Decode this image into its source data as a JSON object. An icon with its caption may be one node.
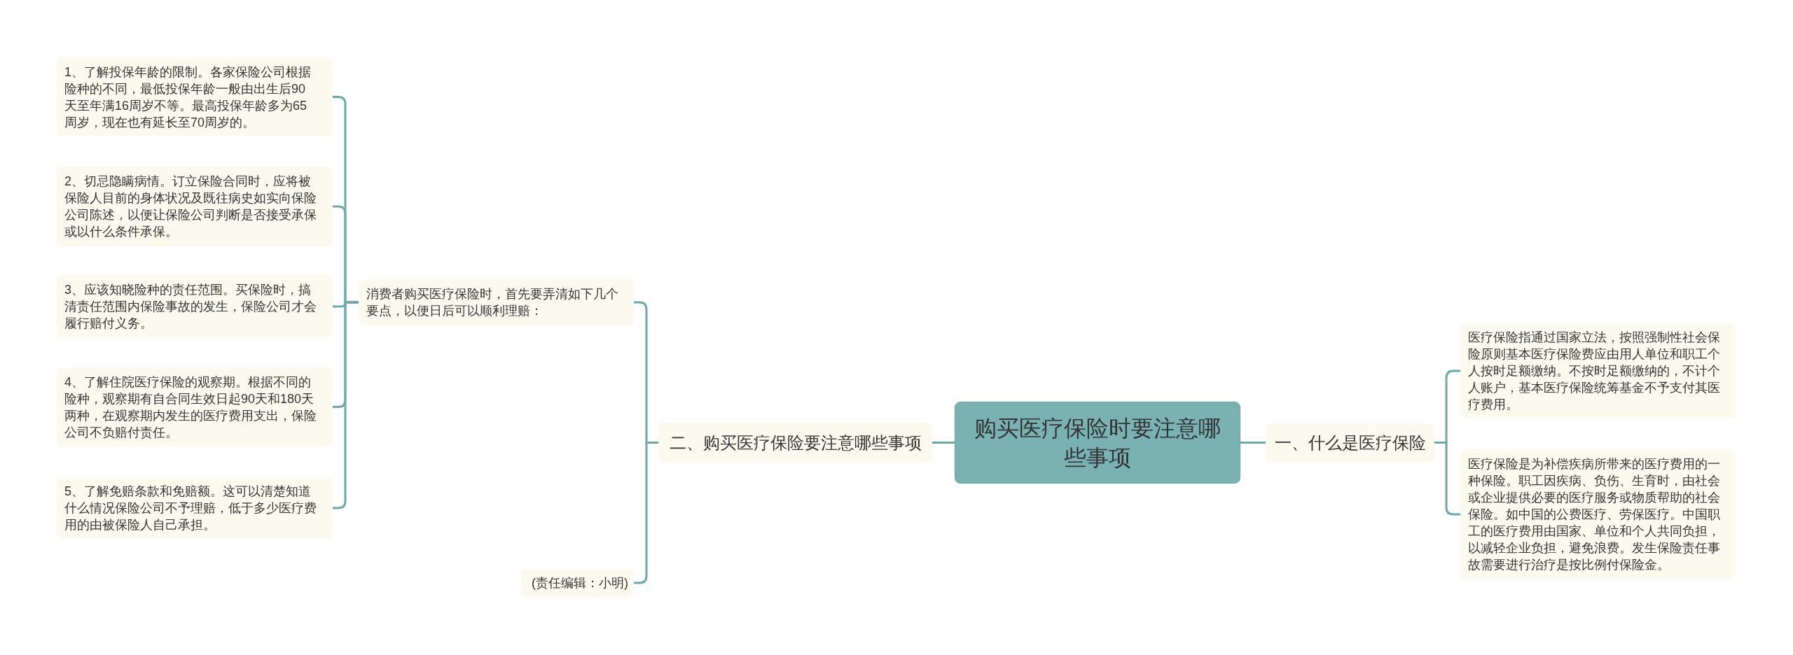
{
  "diagram": {
    "nodes": [
      {
        "text": [
          "购买医疗保险时要注意哪些事项"
        ]
      },
      {
        "text": [
          "二、购买医疗保险要注意哪些事项"
        ]
      },
      {
        "text": [
          "消费者购买医疗保险时，首先要弄清如下几个要点，以便日后可以顺利理赔："
        ]
      },
      {
        "text": [
          "1、了解投保年龄的限制。各家保险公司根据险种的不同，最低投保年龄一般由出生后90天至年满16周岁不等。最高投保年龄多为65周岁，现在也有延长至70周岁的。"
        ]
      },
      {
        "text": [
          "2、切忌隐瞒病情。订立保险合同时，应将被保险人目前的身体状况及既往病史如实向保险公司陈述，以便让保险公司判断是否接受承保或以什么条件承保。"
        ]
      },
      {
        "text": [
          "3、应该知晓险种的责任范围。买保险时，搞清责任范围内保险事故的发生，保险公司才会履行赔付义务。"
        ]
      },
      {
        "text": [
          "4、了解住院医疗保险的观察期。根据不同的险种，观察期有自合同生效日起90天和180天两种，在观察期内发生的医疗费用支出，保险公司不负赔付责任。"
        ]
      },
      {
        "text": [
          "5、了解免赔条款和免赔额。这可以清楚知道什么情况保险公司不予理赔，低于多少医疗费用的由被保险人自己承担。"
        ]
      },
      {
        "text": [
          "(责任编辑：小明)"
        ]
      },
      {
        "text": [
          "一、什么是医疗保险"
        ]
      },
      {
        "text": [
          "医疗保险指通过国家立法，按照强制性社会保险原则基本医疗保险费应由用人单位和职工个人按时足额缴纳。不按时足额缴纳的，不计个人账户，基本医疗保险统筹基金不予支付其医疗费用。"
        ]
      },
      {
        "text": [
          "医疗保险是为补偿疾病所带来的医疗费用的一种保险。职工因疾病、负伤、生育时，由社会或企业提供必要的医疗服务或物质帮助的社会保险。如中国的公费医疗、劳保医疗。中国职工的医疗费用由国家、单位和个人共同负担，以减轻企业负担，避免浪费。发生保险责任事故需要进行治疗是按比例付保险金。"
        ]
      }
    ],
    "edges": [
      {
        "from": 0,
        "to": 1,
        "arrow": "none"
      },
      {
        "from": 1,
        "to": 2,
        "arrow": "none"
      },
      {
        "from": 2,
        "to": 3,
        "arrow": "none"
      },
      {
        "from": 2,
        "to": 4,
        "arrow": "none"
      },
      {
        "from": 2,
        "to": 5,
        "arrow": "none"
      },
      {
        "from": 2,
        "to": 6,
        "arrow": "none"
      },
      {
        "from": 2,
        "to": 7,
        "arrow": "none"
      },
      {
        "from": 1,
        "to": 8,
        "arrow": "none"
      },
      {
        "from": 0,
        "to": 9,
        "arrow": "none"
      },
      {
        "from": 9,
        "to": 10,
        "arrow": "none"
      },
      {
        "from": 9,
        "to": 11,
        "arrow": "none"
      }
    ]
  }
}
